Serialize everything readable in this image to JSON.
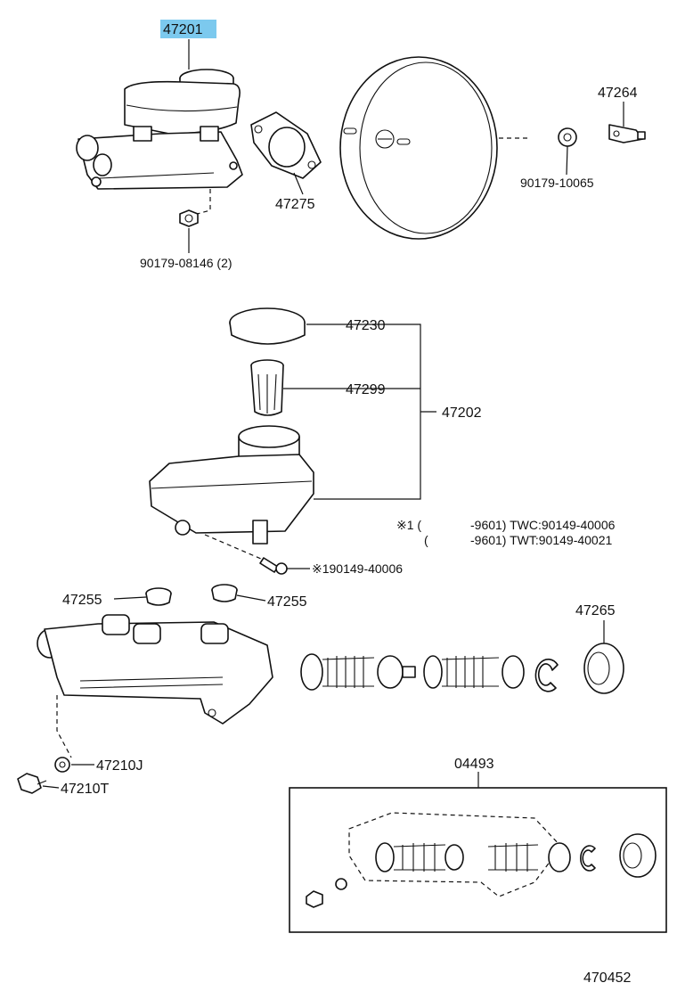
{
  "highlight_color": "#7cc9ee",
  "labels": {
    "p47201": "47201",
    "p47264": "47264",
    "p47275": "47275",
    "p90179_10065": "90179-10065",
    "p90179_08146": "90179-08146 (2)",
    "p47230": "47230",
    "p47299": "47299",
    "p47202": "47202",
    "note1_a": "※1 (",
    "note1_b": "-9601) TWC:90149-40006",
    "note2_a": "(",
    "note2_b": "-9601) TWT:90149-40021",
    "p190149": "※190149-40006",
    "p47255_a": "47255",
    "p47255_b": "47255",
    "p47265": "47265",
    "p47210J": "47210J",
    "p47210T": "47210T",
    "p04493": "04493",
    "diagram_id": "470452"
  }
}
